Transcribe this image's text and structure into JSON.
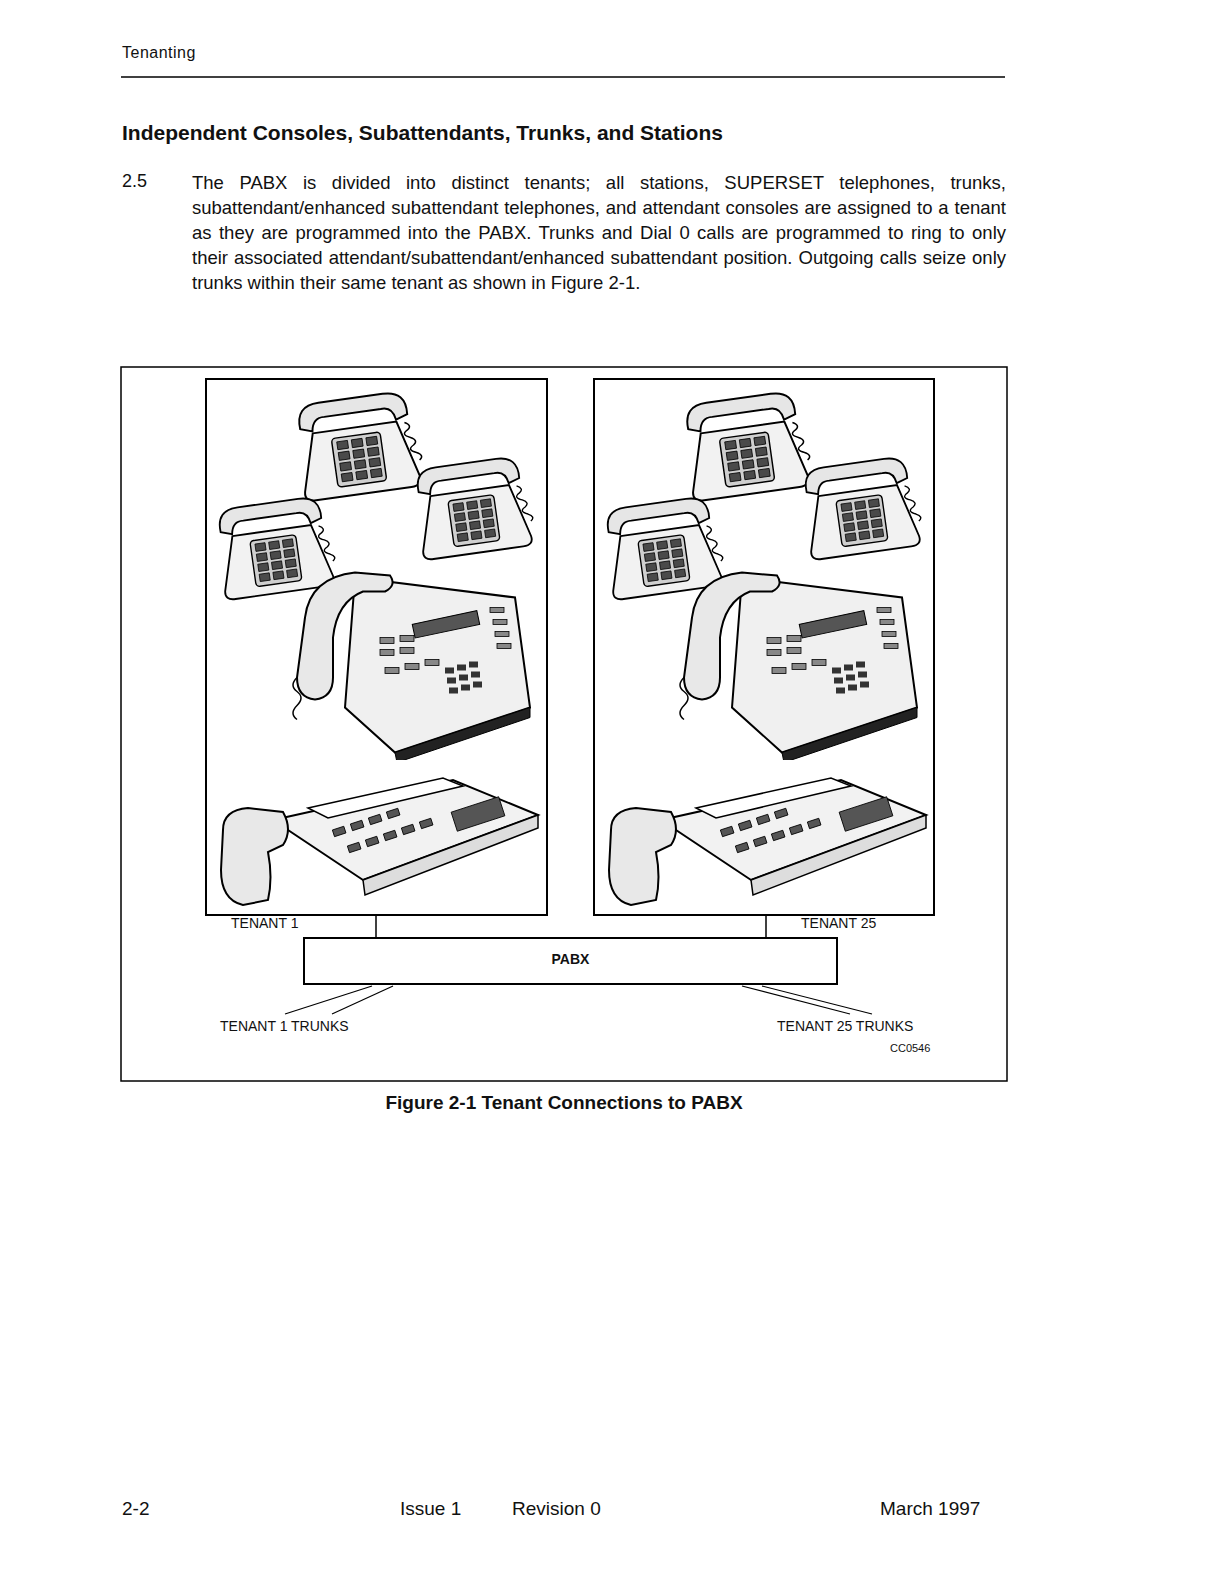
{
  "diagram": {
    "title": "Independent Consoles, Subattendants, Trunks, and Stations",
    "caption": "Figure 2-1 Tenant Connections to PABX",
    "nodes": [
      {
        "text": [
          "TENANT 1"
        ]
      },
      {
        "text": [
          "TENANT 25"
        ]
      },
      {
        "text": [
          "PABX"
        ]
      }
    ],
    "edges": [
      {
        "from": 0,
        "to": 2,
        "arrow": "none"
      },
      {
        "from": 1,
        "to": 2,
        "arrow": "none"
      }
    ],
    "labels": [
      "Tenanting",
      "2.5",
      "The PABX is divided into distinct tenants; all stations, SUPERSET telephones, trunks, subattendant/enhanced subattendant telephones, and attendant consoles are assigned to a tenant as they are programmed into the PABX. Trunks and Dial 0 calls are programmed to ring to only their associated attendant/subattendant/enhanced subattendant position. Outgoing calls seize only trunks within their same tenant as shown in Figure 2-1.",
      "TENANT 1 TRUNKS",
      "TENANT 25 TRUNKS",
      "CC0546",
      "2-2",
      "Issue 1",
      "Revision 0",
      "March 1997"
    ]
  }
}
